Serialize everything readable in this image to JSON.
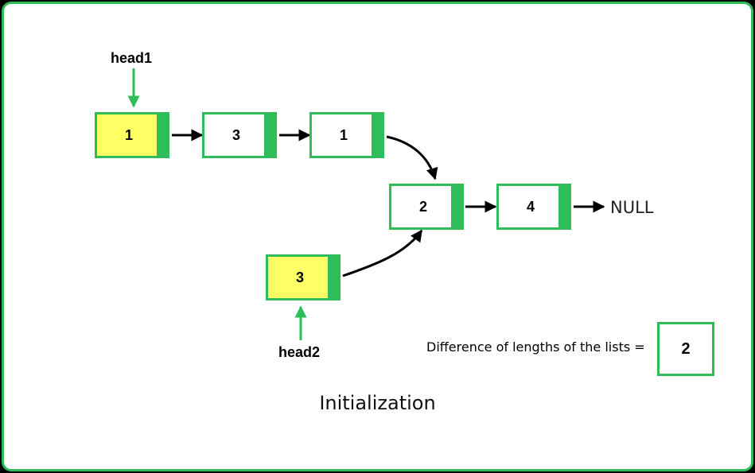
{
  "list1": {
    "head_label": "head1",
    "nodes": [
      "1",
      "3",
      "1"
    ]
  },
  "shared": {
    "nodes": [
      "2",
      "4"
    ],
    "terminator": "NULL"
  },
  "list2": {
    "head_label": "head2",
    "nodes": [
      "3"
    ]
  },
  "difference": {
    "label": "Difference of lengths of the lists =",
    "value": "2"
  },
  "caption": "Initialization",
  "colors": {
    "border": "#2ebd59",
    "head_node_fill": "#ffff66",
    "node_fill": "#ffffff"
  }
}
